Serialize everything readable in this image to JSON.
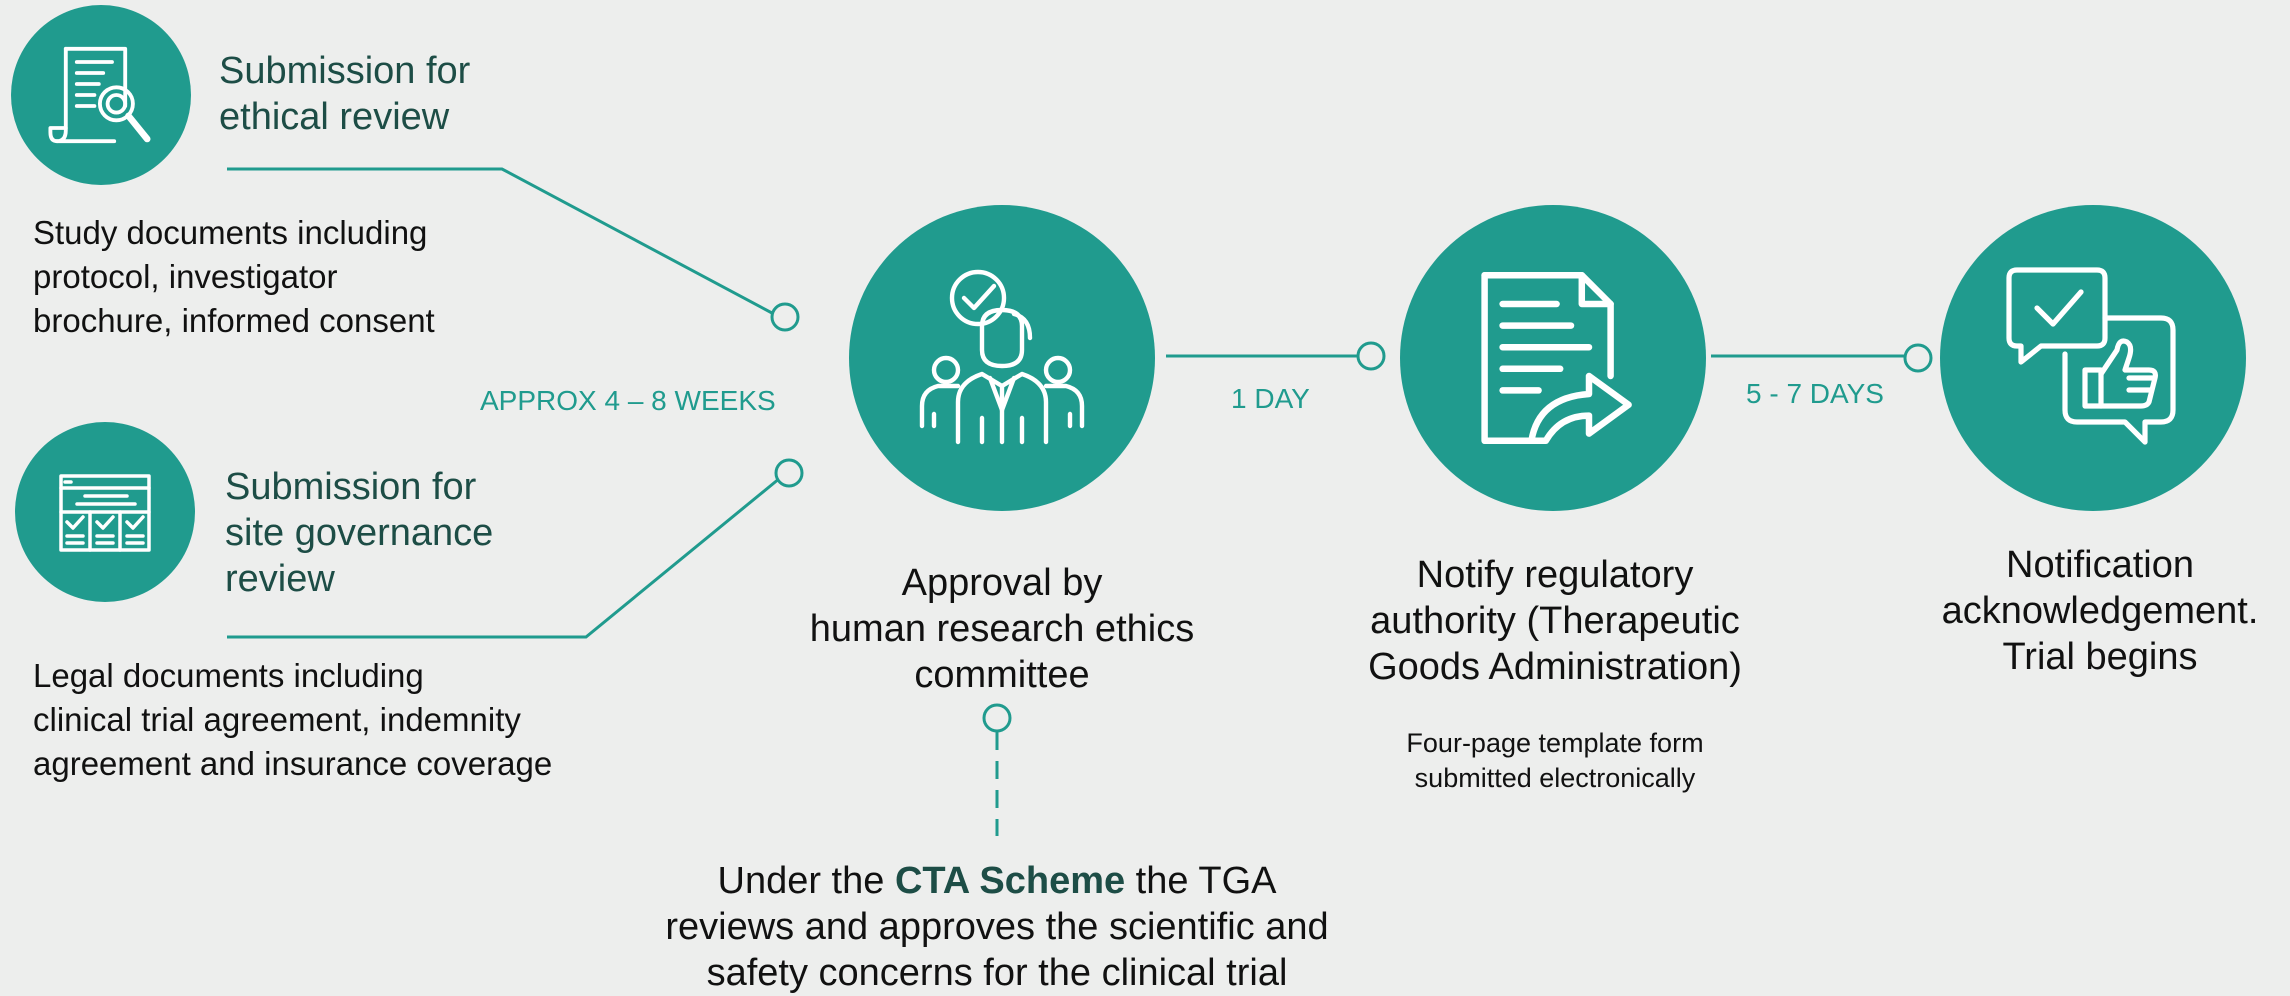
{
  "colors": {
    "accent": "#209b8e",
    "heading": "#1d4d46",
    "background": "#edeeed"
  },
  "ethics_submission": {
    "icon": "document-search-icon",
    "title_line1": "Submission for",
    "title_line2": "ethical review",
    "desc_line1": "Study documents including",
    "desc_line2": "protocol, investigator",
    "desc_line3": "brochure, informed consent"
  },
  "governance_submission": {
    "icon": "checklist-form-icon",
    "title_line1": "Submission for",
    "title_line2": "site governance",
    "title_line3": "review",
    "desc_line1": "Legal documents including",
    "desc_line2": "clinical trial agreement, indemnity",
    "desc_line3": "agreement and insurance coverage"
  },
  "durations": {
    "submission_to_approval": "APPROX 4 – 8 WEEKS",
    "approval_to_notify": "1 DAY",
    "notify_to_acknowledge": "5 - 7 DAYS"
  },
  "approval": {
    "icon": "committee-approval-icon",
    "line1": "Approval by",
    "line2": "human research ethics",
    "line3": "committee"
  },
  "notify": {
    "icon": "document-send-icon",
    "line1": "Notify regulatory",
    "line2": "authority (Therapeutic",
    "line3": "Goods Administration)",
    "sub_line1": "Four-page template form",
    "sub_line2": "submitted electronically"
  },
  "acknowledgement": {
    "icon": "chat-approval-icon",
    "line1": "Notification",
    "line2": "acknowledgement.",
    "line3": "Trial begins"
  },
  "cta_note": {
    "prefix": "Under the ",
    "bold": "CTA Scheme",
    "suffix": " the TGA",
    "line2": "reviews and approves the scientific and",
    "line3": "safety concerns for the clinical trial"
  }
}
